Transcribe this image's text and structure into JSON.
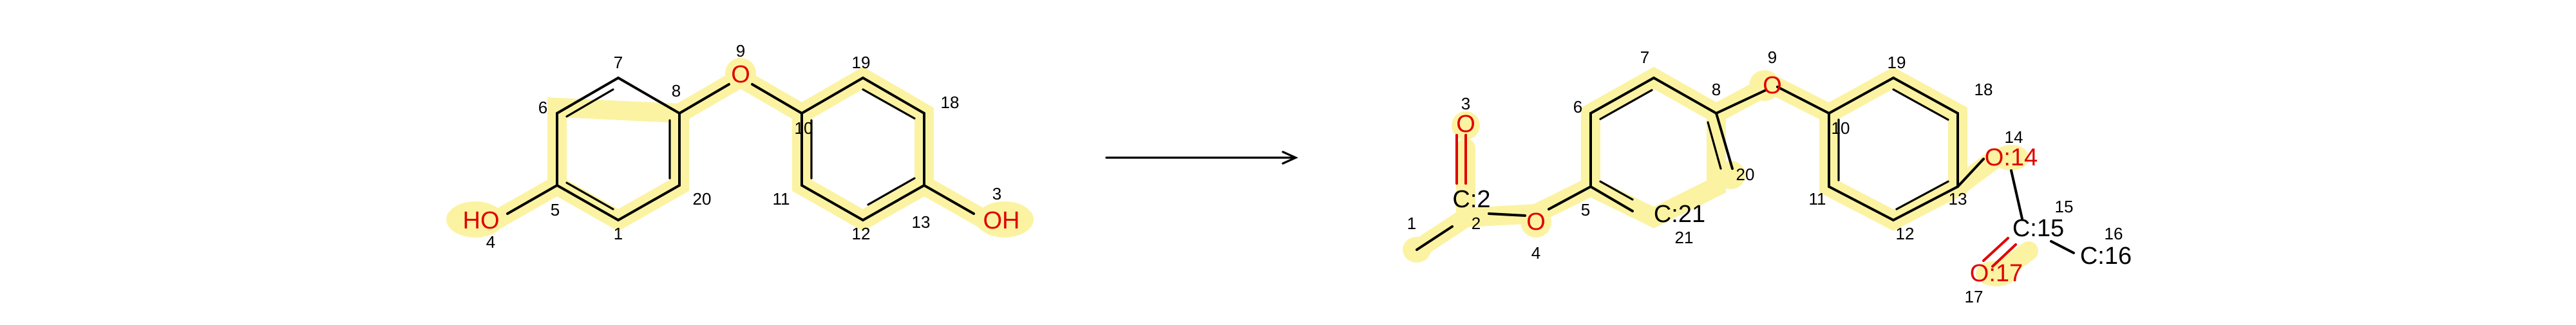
{
  "colors": {
    "highlight": "#fbf3a2",
    "oxygen": "#e00000",
    "bond": "#000000"
  },
  "reactant": {
    "atom_labels": {
      "hydroxyl_left": "HO",
      "ether_o": "O",
      "hydroxyl_right": "OH"
    },
    "numbers": {
      "n1": "1",
      "n3": "3",
      "n4": "4",
      "n5": "5",
      "n6": "6",
      "n7": "7",
      "n8": "8",
      "n9": "9",
      "n10": "10",
      "n11": "11",
      "n12": "12",
      "n13": "13",
      "n18": "18",
      "n19": "19",
      "n20": "20"
    }
  },
  "arrow": {
    "icon": "reaction-arrow-icon"
  },
  "product": {
    "atom_labels": {
      "carbonyl_o_left": "O",
      "carbonyl_c_left": "C:2",
      "ester_o_left": "O",
      "ring_c21": "C:21",
      "ether_o": "O",
      "ester_o_right": "O:14",
      "carbonyl_c_right": "C:15",
      "methyl_c_right": "C:16",
      "carbonyl_o_right": "O:17"
    },
    "numbers": {
      "n1": "1",
      "n2": "2",
      "n3": "3",
      "n4": "4",
      "n5": "5",
      "n6": "6",
      "n7": "7",
      "n8": "8",
      "n9": "9",
      "n10": "10",
      "n11": "11",
      "n12": "12",
      "n13": "13",
      "n14": "14",
      "n15": "15",
      "n16": "16",
      "n17": "17",
      "n18": "18",
      "n19": "19",
      "n20": "20",
      "n21": "21"
    }
  }
}
